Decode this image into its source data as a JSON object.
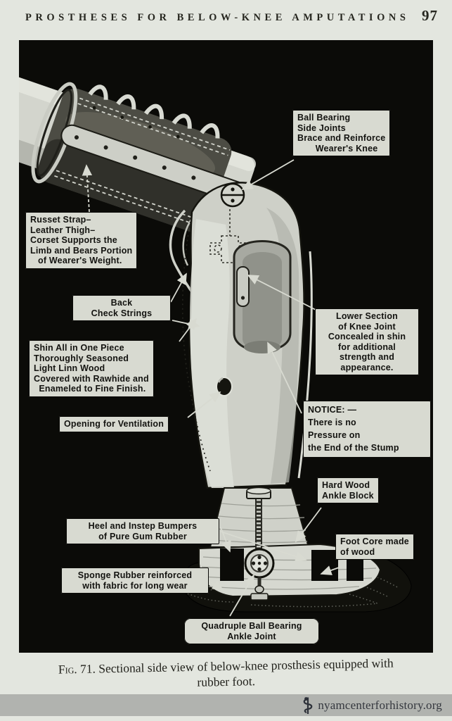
{
  "header": {
    "title": "PROSTHESES FOR BELOW-KNEE AMPUTATIONS",
    "page_number": "97"
  },
  "figure": {
    "description": "Sectional side view diagram of a below-knee prosthesis on black background",
    "labels": [
      {
        "id": "ball-bearing-side-joints",
        "text": "Ball Bearing\nSide Joints\nBrace and Reinforce\n       Wearer's Knee"
      },
      {
        "id": "russet-strap-thigh-corset",
        "text": "Russet Strap–\nLeather Thigh–\nCorset Supports the\nLimb and Bears Portion\n   of Wearer's Weight."
      },
      {
        "id": "back-check-strings",
        "text": "Back\nCheck Strings"
      },
      {
        "id": "shin-one-piece",
        "text": "Shin All in One Piece\nThoroughly Seasoned\nLight Linn Wood\nCovered with Rawhide and\n  Enameled to Fine Finish."
      },
      {
        "id": "opening-for-ventilation",
        "text": "Opening for Ventilation"
      },
      {
        "id": "lower-knee-joint",
        "text": "Lower Section\nof Knee Joint\nConcealed in shin\nfor additional\nstrength and\nappearance."
      },
      {
        "id": "notice-no-pressure",
        "text": "NOTICE: —\nThere is no\nPressure on\nthe End of the Stump"
      },
      {
        "id": "hard-wood-ankle-block",
        "text": "Hard Wood\nAnkle Block"
      },
      {
        "id": "heel-instep-bumpers",
        "text": "Heel and Instep Bumpers\nof Pure Gum Rubber"
      },
      {
        "id": "foot-core",
        "text": "Foot Core made\nof wood"
      },
      {
        "id": "sponge-rubber",
        "text": "Sponge Rubber reinforced\nwith fabric for long wear"
      },
      {
        "id": "quadruple-ankle-joint",
        "text": "Quadruple Ball Bearing\nAnkle Joint"
      }
    ]
  },
  "caption": {
    "fig": "Fig. 71.",
    "line1_rest": " Sectional side view of below-knee prosthesis equipped with",
    "line2": "rubber foot."
  },
  "watermark": {
    "text": "nyamcenterforhistory.org",
    "icon": "asclepius-staff-icon"
  },
  "colors": {
    "page_bg": "#e3e6df",
    "figure_bg": "#0b0b08",
    "label_bg": "#d8dad1",
    "ink": "#131310",
    "watermark_bar": "#b1b3af",
    "watermark_text": "#34373e"
  }
}
